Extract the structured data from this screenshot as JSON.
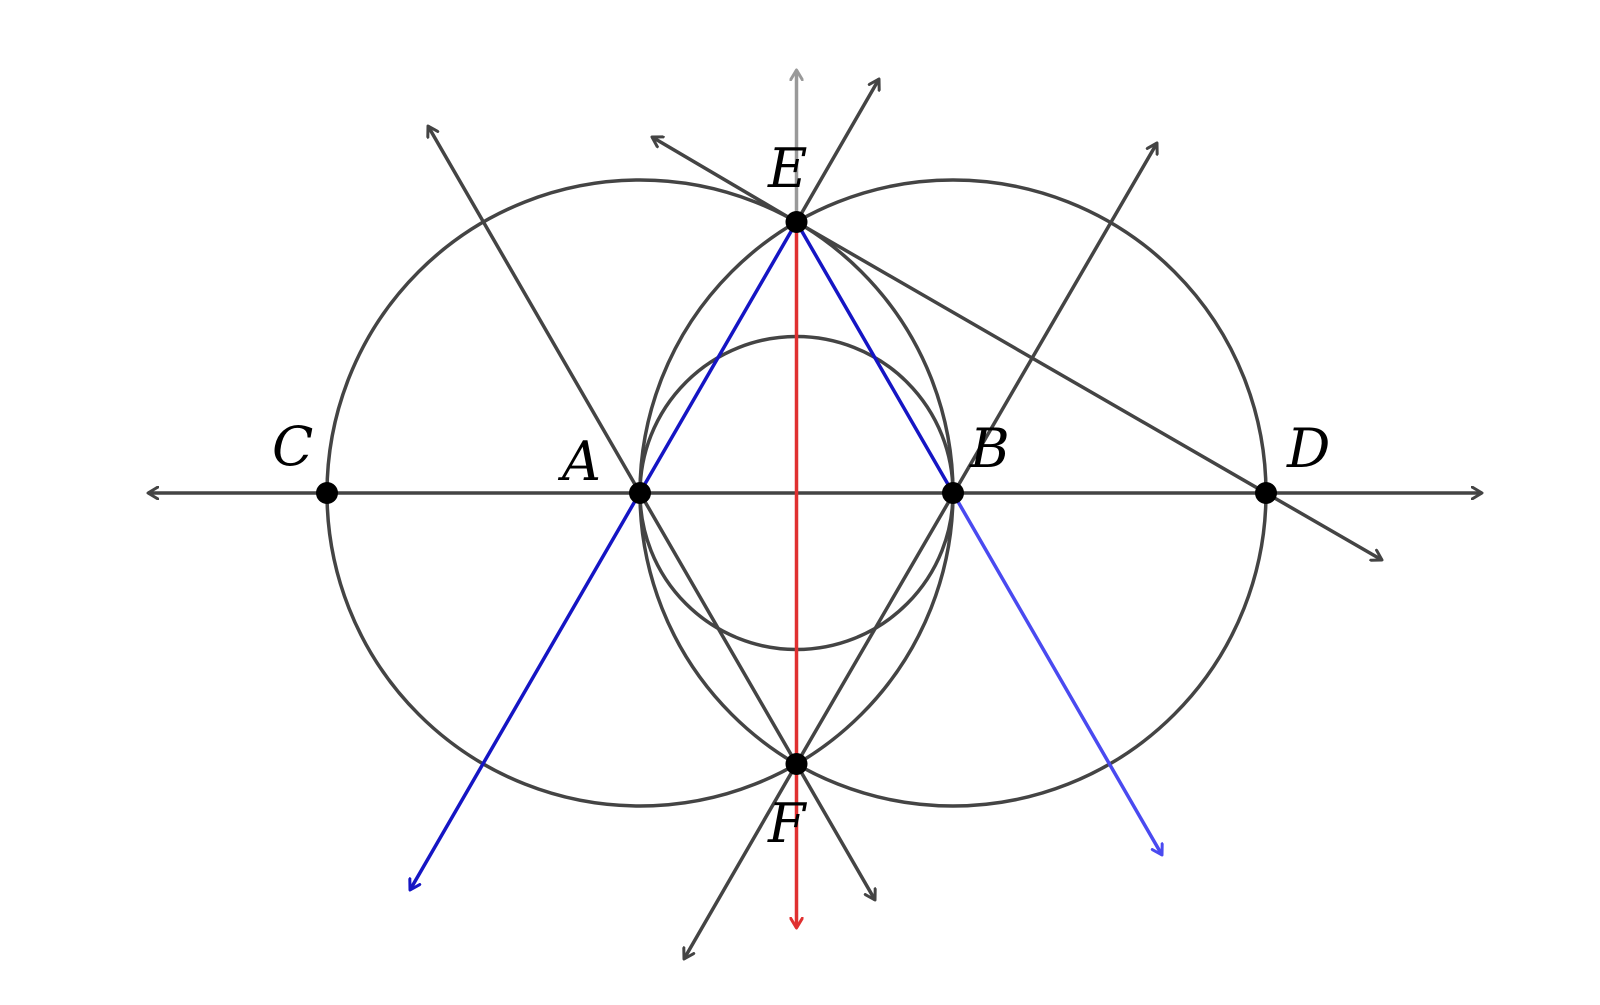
{
  "diagram": {
    "points": [
      {
        "id": "A",
        "label": "A"
      },
      {
        "id": "B",
        "label": "B"
      },
      {
        "id": "C",
        "label": "C"
      },
      {
        "id": "D",
        "label": "D"
      },
      {
        "id": "E",
        "label": "E"
      },
      {
        "id": "F",
        "label": "F"
      }
    ],
    "colors": {
      "line": "#444444",
      "blue": "#1515c4",
      "blue_light": "#4a4af0",
      "red": "#e03030",
      "gray_arrow": "#999999",
      "point": "#000000"
    }
  }
}
